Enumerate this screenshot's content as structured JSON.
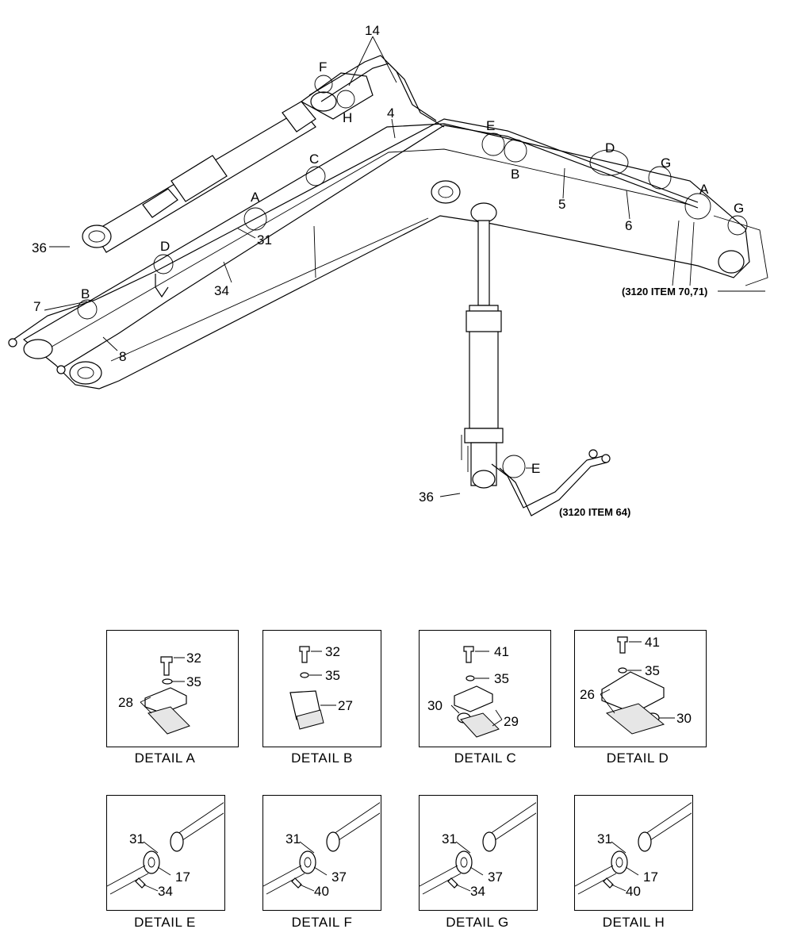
{
  "main_view": {
    "labels": {
      "c14": "14",
      "cF": "F",
      "cH": "H",
      "c4": "4",
      "cE_boom": "E",
      "cD_boom": "D",
      "cG1": "G",
      "cC": "C",
      "cB_boom": "B",
      "c5": "5",
      "c6": "6",
      "cA_boom": "A",
      "cG2": "G",
      "cA_arm": "A",
      "c31": "31",
      "c36_top": "36",
      "cD_arm": "D",
      "c34": "34",
      "c7": "7",
      "cB_arm": "B",
      "c8": "8",
      "cE_cyl": "E",
      "c36_bottom": "36"
    },
    "ref_item_70_71": "(3120 ITEM 70,71)",
    "ref_item_64": "(3120 ITEM 64)"
  },
  "details": [
    {
      "caption": "DETAIL  A",
      "callouts": [
        "32",
        "35",
        "28"
      ]
    },
    {
      "caption": "DETAIL  B",
      "callouts": [
        "32",
        "35",
        "27"
      ]
    },
    {
      "caption": "DETAIL  C",
      "callouts": [
        "41",
        "35",
        "30",
        "29"
      ]
    },
    {
      "caption": "DETAIL  D",
      "callouts": [
        "41",
        "35",
        "26",
        "30"
      ]
    },
    {
      "caption": "DETAIL  E",
      "callouts": [
        "31",
        "17",
        "34"
      ]
    },
    {
      "caption": "DETAIL  F",
      "callouts": [
        "31",
        "37",
        "40"
      ]
    },
    {
      "caption": "DETAIL  G",
      "callouts": [
        "31",
        "37",
        "34"
      ]
    },
    {
      "caption": "DETAIL  H",
      "callouts": [
        "31",
        "17",
        "40"
      ]
    }
  ]
}
